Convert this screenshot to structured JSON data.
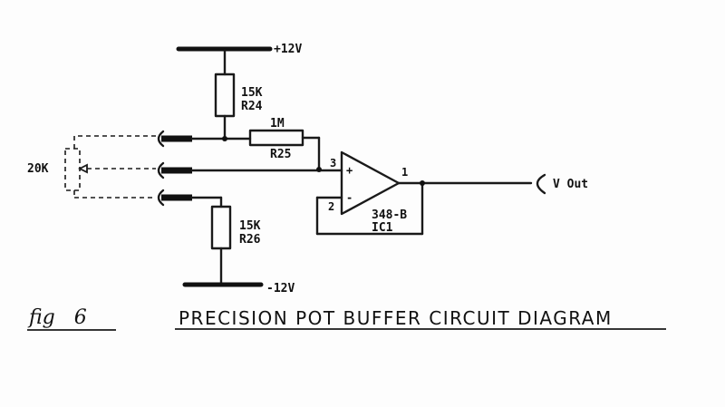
{
  "diagram": {
    "supply_pos": "+12V",
    "supply_neg": "-12V",
    "r24_value": "15K",
    "r24_ref": "R24",
    "r25_value": "1M",
    "r25_ref": "R25",
    "r26_value": "15K",
    "r26_ref": "R26",
    "pot_value": "20K",
    "opamp_part": "348-B",
    "opamp_ref": "IC1",
    "pin_in_pos": "3",
    "pin_in_neg": "2",
    "pin_out": "1",
    "plus_sign": "+",
    "minus_sign": "-",
    "output_label": "V Out"
  },
  "caption": {
    "fig_label": "fig   6",
    "title": "PRECISION POT BUFFER CIRCUIT DIAGRAM"
  }
}
